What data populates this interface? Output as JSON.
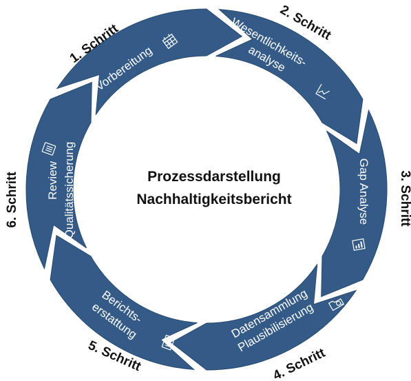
{
  "center_title": {
    "line1": "Prozessdarstellung",
    "line2": "Nachhaltigkeitsbericht"
  },
  "steps": [
    {
      "step": "1. Schritt",
      "lines": [
        "Vorbereitung"
      ],
      "icon": "calendar-icon"
    },
    {
      "step": "2. Schritt",
      "lines": [
        "Wesentlichkeits-",
        "analyse"
      ],
      "icon": "line-chart-icon"
    },
    {
      "step": "3. Schritt",
      "lines": [
        "Gap Analyse"
      ],
      "icon": "bar-chart-icon"
    },
    {
      "step": "4. Schritt",
      "lines": [
        "Datensammlung",
        "Plausibilisierung"
      ],
      "icon": "search-folder-icon"
    },
    {
      "step": "5. Schritt",
      "lines": [
        "Berichts-",
        "erstattung"
      ],
      "icon": "document-icon"
    },
    {
      "step": "6. Schritt",
      "lines": [
        "Review",
        "Qualitätssicherung"
      ],
      "icon": "checklist-icon"
    }
  ],
  "colors": {
    "segment_fill": "#345b87",
    "segment_text": "#ffffff",
    "label_text": "#111111"
  }
}
